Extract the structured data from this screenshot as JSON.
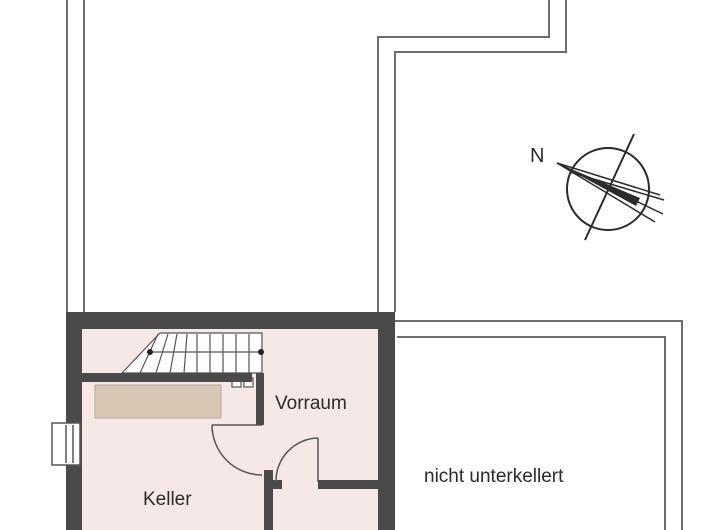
{
  "rooms": {
    "vorraum": "Vorraum",
    "keller": "Keller",
    "nicht_unterkellert": "nicht unterkellert"
  },
  "compass": {
    "north_label": "N"
  },
  "colors": {
    "wall": "#4a4a4a",
    "room_fill": "#f6e8e6",
    "furniture": "#d8c7b4",
    "outline": "#6e6e6e"
  }
}
